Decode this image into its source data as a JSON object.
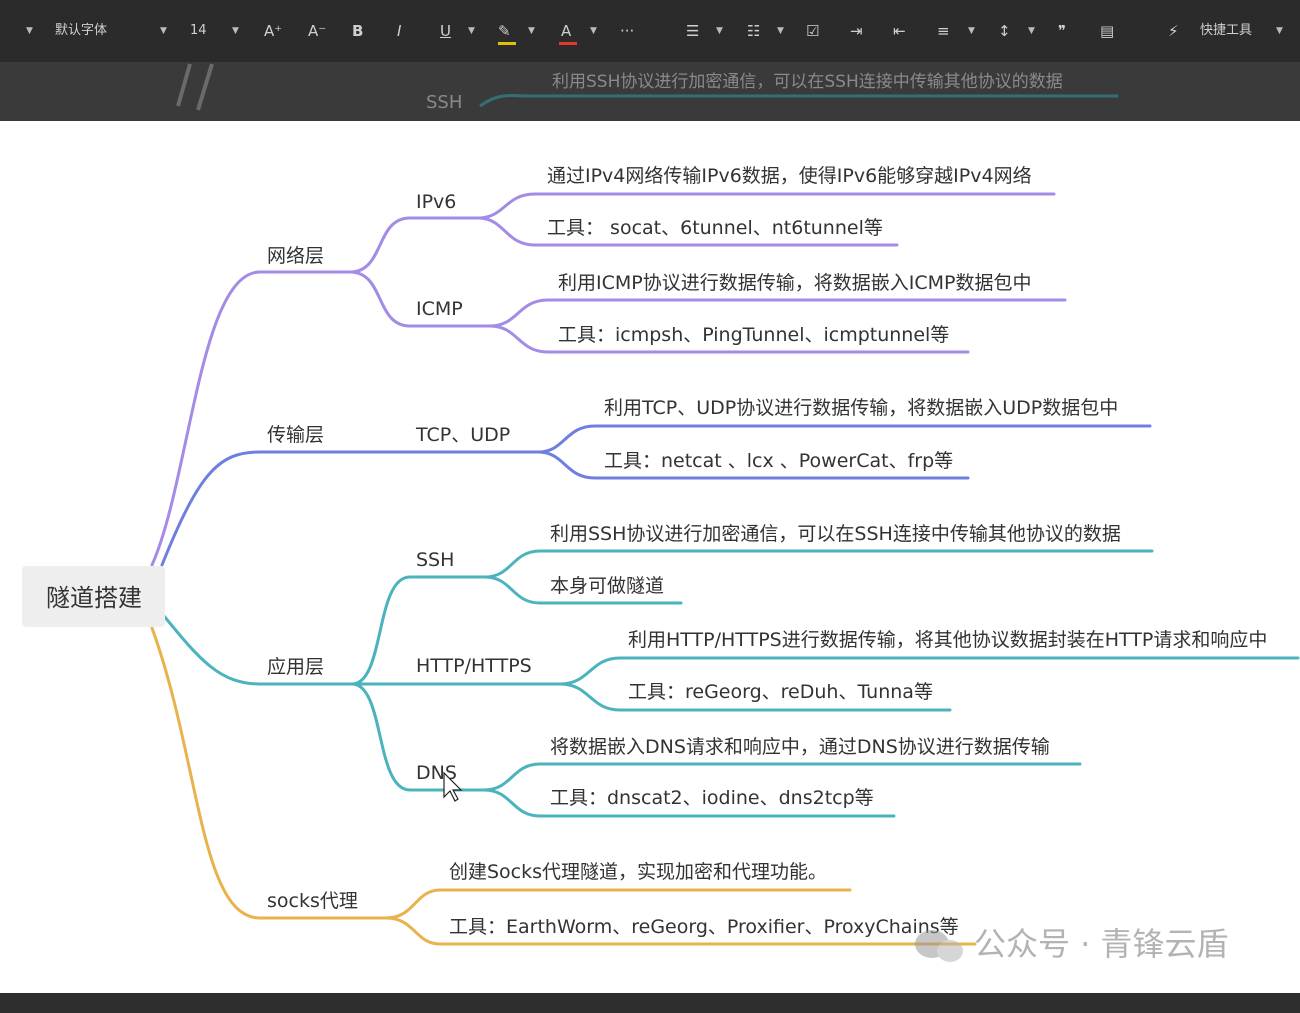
{
  "toolbar": {
    "font_name": "默认字体",
    "font_size": "14",
    "bold": "B",
    "italic": "I",
    "underline": "U",
    "font_color": "A",
    "grow_font": "A⁺",
    "shrink_font": "A⁻",
    "more": "···",
    "quick_tools": "快捷工具"
  },
  "background_doc": {
    "line_text": "利用SSH协议进行加密通信，可以在SSH连接中传输其他协议的数据",
    "node_label": "SSH"
  },
  "colors": {
    "network": "#a48be6",
    "transport": "#6e7fe0",
    "application": "#4ab3be",
    "socks": "#e8b24c",
    "root_bg": "#eeeeee"
  },
  "mindmap": {
    "root": "隧道搭建",
    "branches": [
      {
        "label": "网络层",
        "children": [
          {
            "label": "IPv6",
            "items": [
              "通过IPv4网络传输IPv6数据，使得IPv6能够穿越IPv4网络",
              "工具： socat、6tunnel、nt6tunnel等"
            ]
          },
          {
            "label": "ICMP",
            "items": [
              "利用ICMP协议进行数据传输，将数据嵌入ICMP数据包中",
              "工具：icmpsh、PingTunnel、icmptunnel等"
            ]
          }
        ]
      },
      {
        "label": "传输层",
        "children": [
          {
            "label": "TCP、UDP",
            "items": [
              "利用TCP、UDP协议进行数据传输，将数据嵌入UDP数据包中",
              "工具：netcat 、lcx 、PowerCat、frp等"
            ]
          }
        ]
      },
      {
        "label": "应用层",
        "children": [
          {
            "label": "SSH",
            "items": [
              "利用SSH协议进行加密通信，可以在SSH连接中传输其他协议的数据",
              "本身可做隧道"
            ]
          },
          {
            "label": "HTTP/HTTPS",
            "items": [
              "利用HTTP/HTTPS进行数据传输，将其他协议数据封装在HTTP请求和响应中",
              "工具：reGeorg、reDuh、Tunna等"
            ]
          },
          {
            "label": "DNS",
            "items": [
              "将数据嵌入DNS请求和响应中，通过DNS协议进行数据传输",
              "工具：dnscat2、iodine、dns2tcp等"
            ]
          }
        ]
      },
      {
        "label": "socks代理",
        "items": [
          "创建Socks代理隧道，实现加密和代理功能。",
          "工具：EarthWorm、reGeorg、Proxifier、ProxyChains等"
        ]
      }
    ]
  },
  "watermark": "公众号 · 青锋云盾"
}
